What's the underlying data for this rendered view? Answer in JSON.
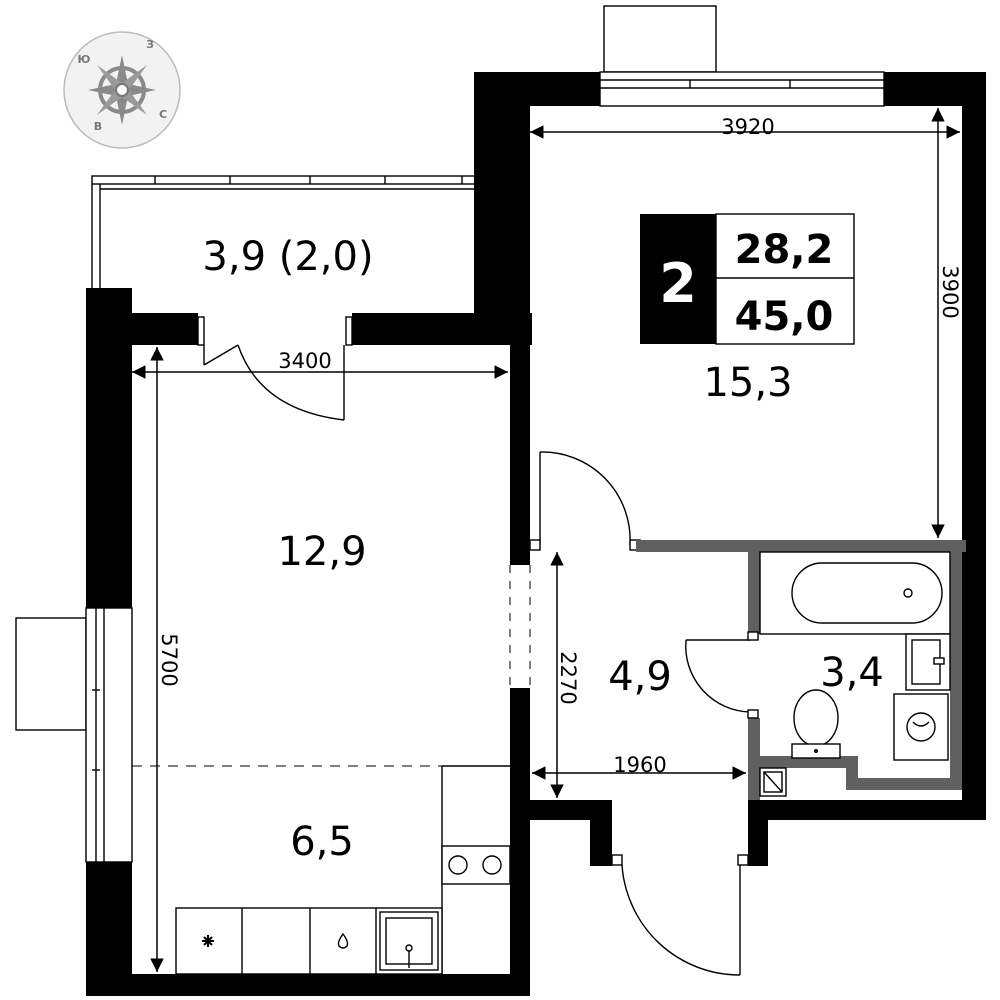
{
  "compass": {
    "west": "З",
    "south": "С",
    "east": "В",
    "north": "Ю"
  },
  "badge": {
    "rooms": "2",
    "living_area": "28,2",
    "total_area": "45,0"
  },
  "rooms": {
    "balcony": "3,9 (2,0)",
    "living_room": "12,9",
    "kitchen": "6,5",
    "bedroom": "15,3",
    "hallway": "4,9",
    "bathroom": "3,4"
  },
  "dimensions": {
    "living_width": "3400",
    "living_length": "5700",
    "bedroom_width": "3920",
    "bedroom_length": "3900",
    "hall_length": "2270",
    "hall_width": "1960"
  },
  "colors": {
    "wall": "#000000",
    "bathroom_wall": "#606060",
    "compass": "#888888"
  }
}
